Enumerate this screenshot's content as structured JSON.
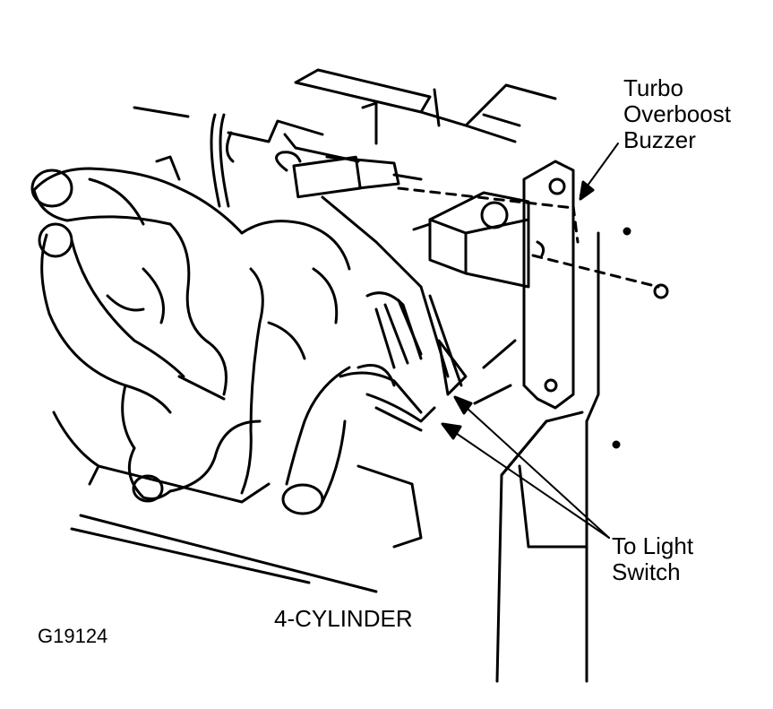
{
  "callouts": {
    "buzzer": [
      "Turbo",
      "Overboost",
      "Buzzer"
    ],
    "light_switch": [
      "To Light",
      "Switch"
    ]
  },
  "caption": "4-CYLINDER",
  "figure_id": "G19124"
}
